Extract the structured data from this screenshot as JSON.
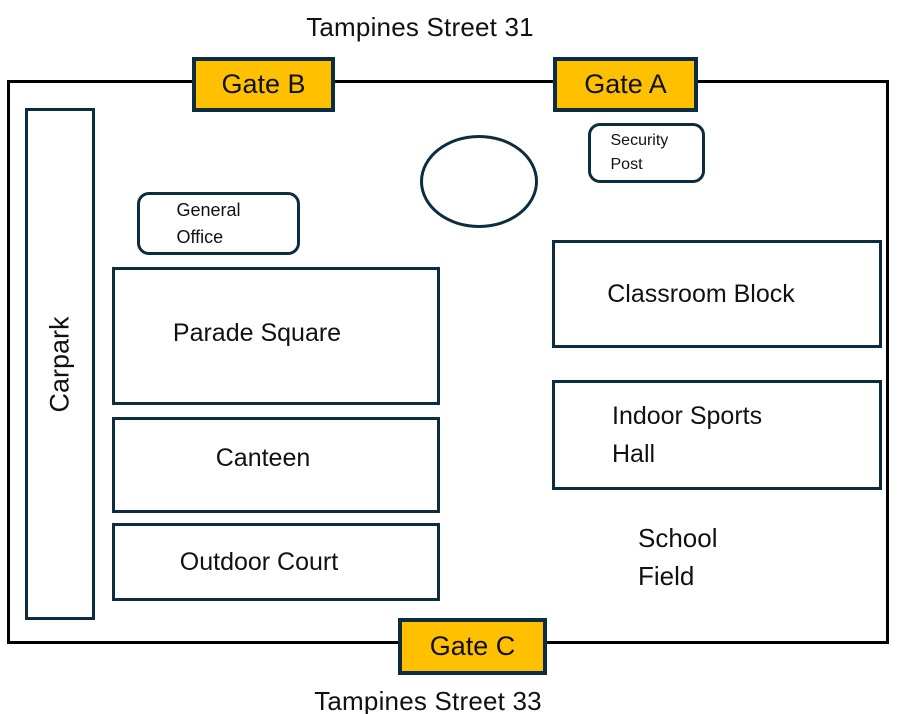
{
  "map": {
    "street_top": "Tampines Street 31",
    "street_bottom": "Tampines Street 33",
    "gates": {
      "a": "Gate A",
      "b": "Gate B",
      "c": "Gate C"
    },
    "labels": {
      "carpark": "Carpark",
      "general_office": "General Office",
      "security_post": "Security Post",
      "parade_square": "Parade Square",
      "canteen": "Canteen",
      "outdoor_court": "Outdoor Court",
      "classroom_block": "Classroom Block",
      "indoor_sports_hall": "Indoor Sports Hall",
      "school_field": "School Field"
    },
    "colors": {
      "gate_fill": "#FFC000",
      "shape_border": "#0D2C3F",
      "boundary_line": "#000000",
      "text": "#111111",
      "background": "#FFFFFF"
    }
  }
}
